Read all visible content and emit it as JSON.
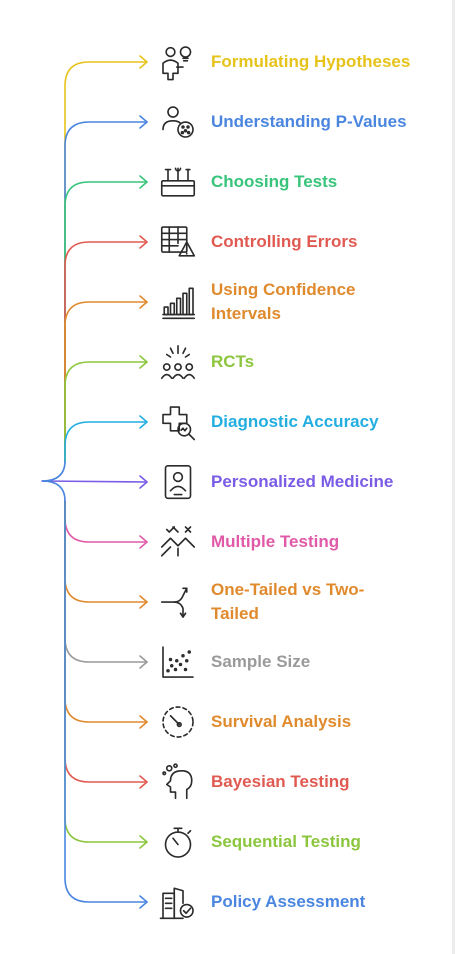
{
  "items": [
    {
      "label": "Formulating Hypotheses",
      "color": "#e6c31a",
      "icon": "people-ideas-icon"
    },
    {
      "label": "Understanding P-Values",
      "color": "#4a86e0",
      "icon": "person-dots-icon"
    },
    {
      "label": "Choosing Tests",
      "color": "#38c47a",
      "icon": "tools-box-icon"
    },
    {
      "label": "Controlling Errors",
      "color": "#e05a52",
      "icon": "table-warning-icon"
    },
    {
      "label": "Using Confidence Intervals",
      "lines": [
        "Using Confidence",
        "Intervals"
      ],
      "color": "#e08a2e",
      "icon": "bar-chart-icon"
    },
    {
      "label": "RCTs",
      "color": "#8cc63e",
      "icon": "people-group-icon"
    },
    {
      "label": "Diagnostic Accuracy",
      "color": "#23aee0",
      "icon": "medical-search-icon"
    },
    {
      "label": "Personalized Medicine",
      "color": "#7a5ce6",
      "icon": "patient-card-icon"
    },
    {
      "label": "Multiple Testing",
      "color": "#e05aa8",
      "icon": "split-check-icon"
    },
    {
      "label": "One-Tailed vs Two-Tailed",
      "lines": [
        "One-Tailed vs Two-",
        "Tailed"
      ],
      "color": "#e08a2e",
      "icon": "fork-arrow-icon"
    },
    {
      "label": "Sample Size",
      "color": "#9a9a9a",
      "icon": "scatter-plot-icon"
    },
    {
      "label": "Survival Analysis",
      "color": "#e08a2e",
      "icon": "gauge-icon"
    },
    {
      "label": "Bayesian Testing",
      "color": "#e05a52",
      "icon": "head-thought-icon"
    },
    {
      "label": "Sequential Testing",
      "color": "#8cc63e",
      "icon": "stopwatch-icon"
    },
    {
      "label": "Policy Assessment",
      "color": "#4a86e0",
      "icon": "building-check-icon"
    }
  ],
  "root_color": "#4a86e0"
}
